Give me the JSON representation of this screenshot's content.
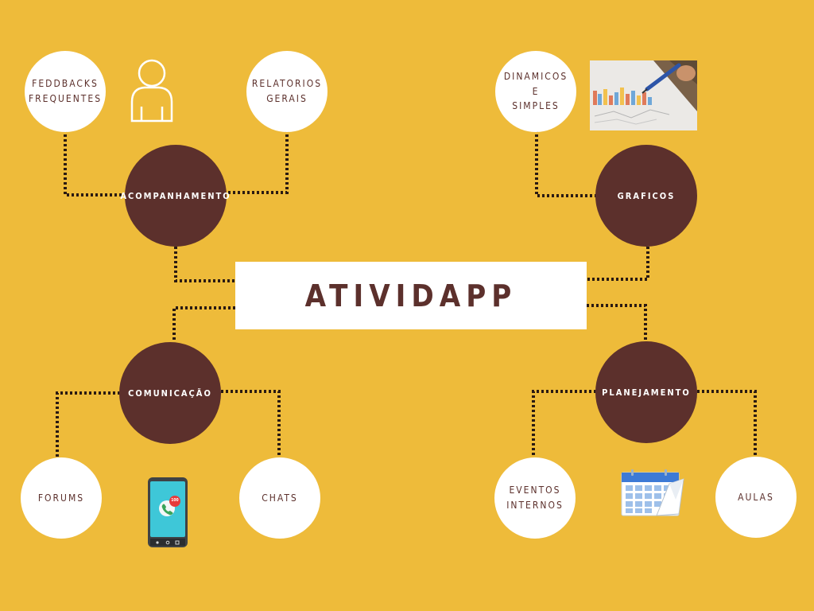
{
  "title": "ATIVIDAPP",
  "colors": {
    "background": "#EEBB3A",
    "hub": "#5C302C",
    "leaf": "#ffffff",
    "text_dark": "#5C302C",
    "connector": "#2a1a12"
  },
  "hubs": {
    "acompanhamento": "ACOMPANHAMENTO",
    "graficos": "GRAFICOS",
    "comunicacao": "COMUNICAÇÃO",
    "planejamento": "PLANEJAMENTO"
  },
  "leaves": {
    "feedbacks": "FEDDBACKS\nFREQUENTES",
    "relatorios": "RELATORIOS\nGERAIS",
    "dinamicos": "DINAMICOS E\nSIMPLES",
    "forums": "FORUMS",
    "chats": "CHATS",
    "eventos": "EVENTOS\nINTERNOS",
    "aulas": "AULAS"
  },
  "pictures": {
    "person": "person-outline-icon",
    "chart_photo": "bar-chart-photo",
    "phone": "smartphone-call-icon",
    "phone_badge": "100",
    "calendar": "calendar-icon"
  }
}
